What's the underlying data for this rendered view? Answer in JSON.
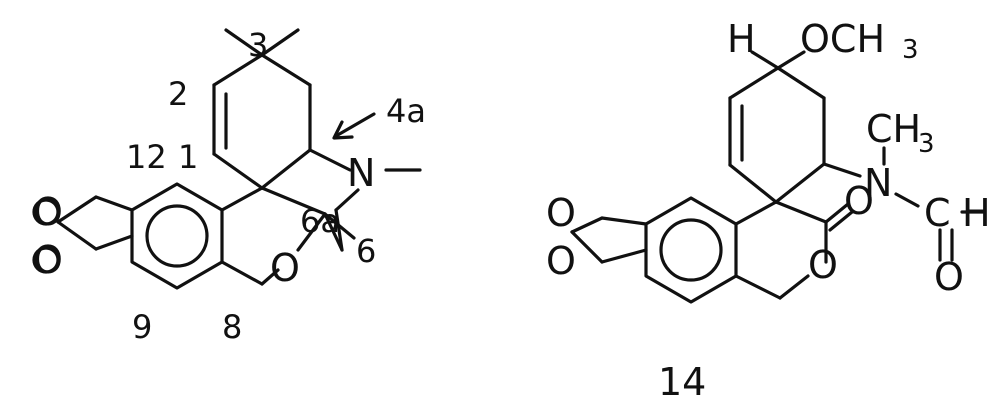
{
  "compounds": [
    {
      "atoms": {
        "ring_o1": "O",
        "ring_o2": "O",
        "ring_o3": "O",
        "amine_n": "N"
      },
      "locants": {
        "c3": "3",
        "c2": "2",
        "c1": "1",
        "c12": "12",
        "c4a": "4a",
        "c6a": "6a",
        "c6": "6",
        "c9": "9",
        "c8": "8"
      }
    },
    {
      "label": "14",
      "atoms": {
        "h": "H",
        "ome": "OCH",
        "ome_sub": "3",
        "nme": "CH",
        "nme_sub": "3",
        "n": "N",
        "c": "C",
        "h2": "H",
        "o_carbonyl1": "O",
        "o_carbonyl2": "O",
        "ring_o1": "O",
        "ring_o2": "O",
        "ring_o3": "O"
      }
    }
  ]
}
